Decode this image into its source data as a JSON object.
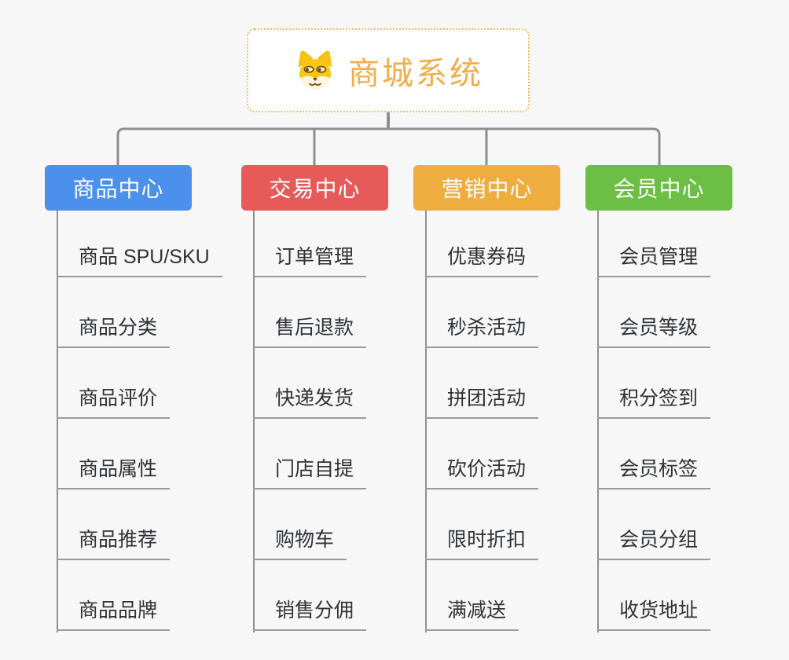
{
  "root": {
    "title": "商城系统",
    "title_color": "#F0AE4B",
    "border_color": "#F2BC5E",
    "icon": "dog-icon"
  },
  "branches": [
    {
      "label": "商品中心",
      "color": "#4B90EC",
      "children": [
        "商品 SPU/SKU",
        "商品分类",
        "商品评价",
        "商品属性",
        "商品推荐",
        "商品品牌"
      ]
    },
    {
      "label": "交易中心",
      "color": "#E65A5A",
      "children": [
        "订单管理",
        "售后退款",
        "快递发货",
        "门店自提",
        "购物车",
        "销售分佣"
      ]
    },
    {
      "label": "营销中心",
      "color": "#EFAC3F",
      "children": [
        "优惠券码",
        "秒杀活动",
        "拼团活动",
        "砍价活动",
        "限时折扣",
        "满减送"
      ]
    },
    {
      "label": "会员中心",
      "color": "#6CBE45",
      "children": [
        "会员管理",
        "会员等级",
        "积分签到",
        "会员标签",
        "会员分组",
        "收货地址"
      ]
    }
  ],
  "connector_color": "#8E8E8E",
  "background_color": "#F7F7F7"
}
